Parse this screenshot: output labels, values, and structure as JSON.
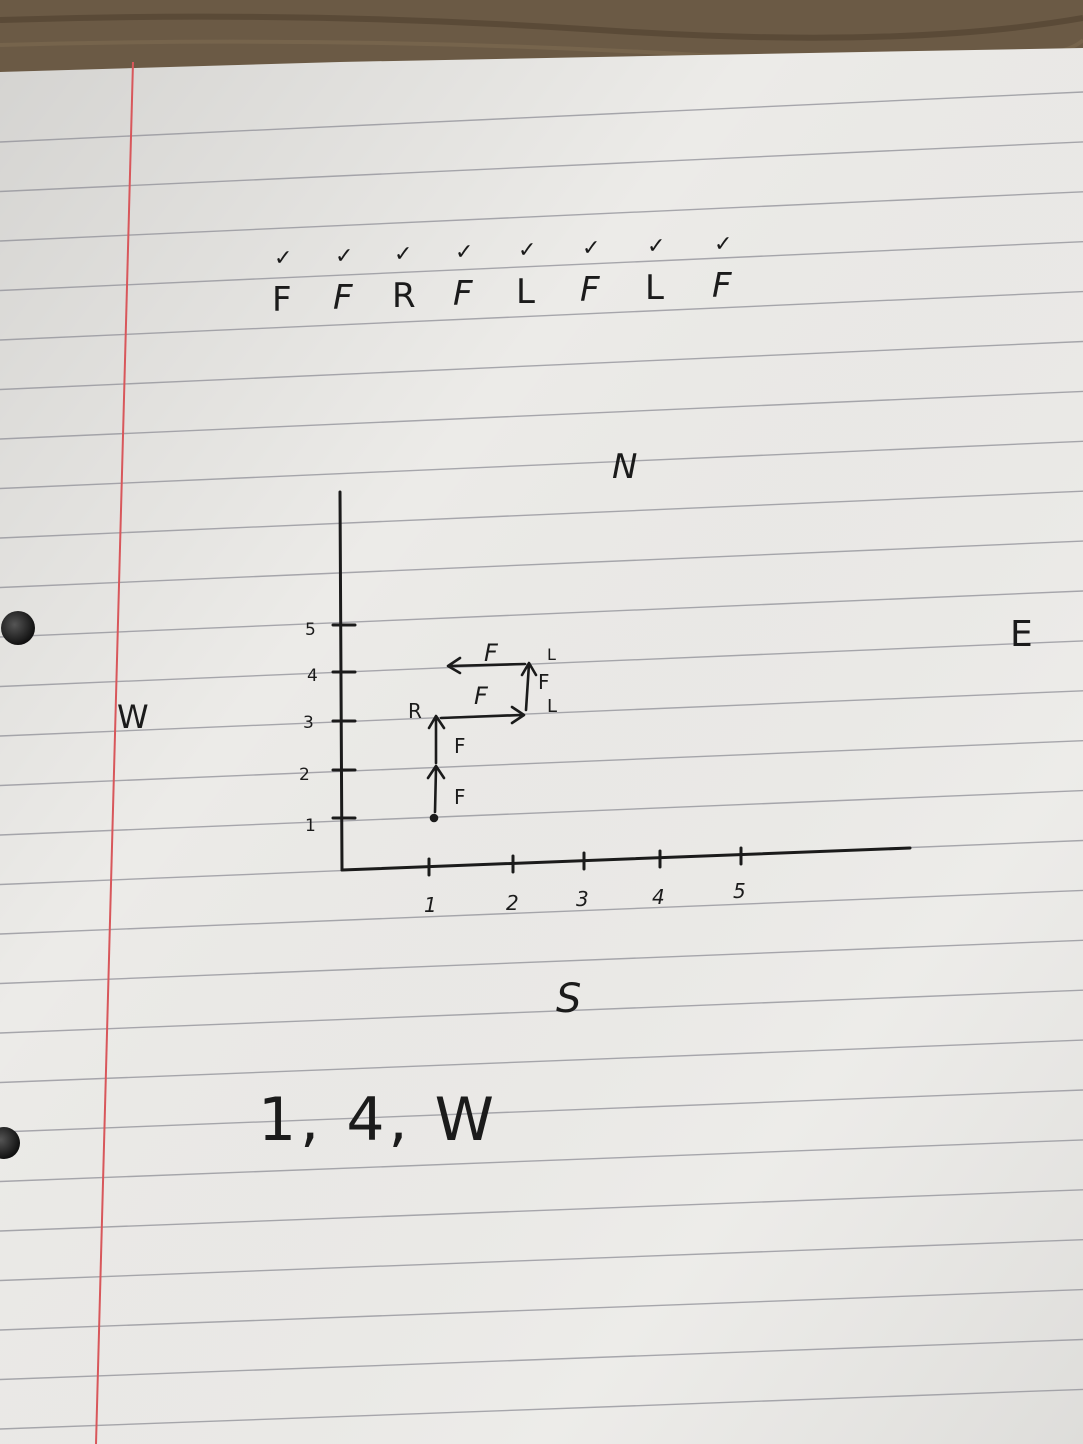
{
  "colors": {
    "ink": "#1b1b1b",
    "paper": "#ecebe8",
    "rule_line": "#8f8f97",
    "margin_line": "#d8575b",
    "desk": "#6b5a45"
  },
  "commands": [
    "F",
    "F",
    "R",
    "F",
    "L",
    "F",
    "L",
    "F"
  ],
  "check_mark": "✓",
  "compass": {
    "north": "N",
    "east": "E",
    "south": "S",
    "west": "W"
  },
  "axis": {
    "x_ticks": [
      "1",
      "2",
      "3",
      "4",
      "5"
    ],
    "y_ticks": [
      "1",
      "2",
      "3",
      "4",
      "5"
    ]
  },
  "path_labels": {
    "move1": "F",
    "move2": "F",
    "turn1": "R",
    "move3": "F",
    "turn2": "L",
    "move4": "F",
    "turn3": "L",
    "move5": "F"
  },
  "answer": "1, 4, W"
}
